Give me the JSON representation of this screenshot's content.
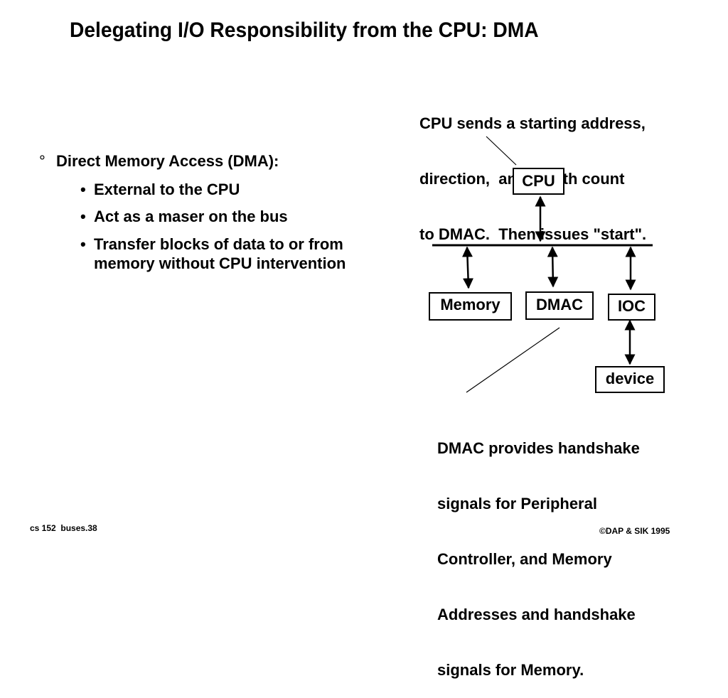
{
  "title": "Delegating I/O Responsibility from the CPU: DMA",
  "bullets": {
    "main_marker": "°",
    "main": "Direct Memory Access (DMA):",
    "sub_marker": "•",
    "items": [
      "External to the CPU",
      "Act as a maser on the bus",
      "Transfer blocks of data to or from",
      "memory without CPU intervention"
    ]
  },
  "diagram": {
    "cpu_note": [
      "CPU sends a starting address,",
      "direction,  and length count",
      "to DMAC.  Then issues \"start\"."
    ],
    "boxes": {
      "cpu": "CPU",
      "memory": "Memory",
      "dmac": "DMAC",
      "ioc": "IOC",
      "device": "device"
    },
    "dmac_note": [
      "DMAC provides handshake",
      "signals for Peripheral",
      "Controller, and Memory",
      "Addresses and handshake",
      "signals for Memory."
    ]
  },
  "footer": {
    "left": "cs 152  buses.38",
    "right": "©DAP & SIK 1995"
  }
}
